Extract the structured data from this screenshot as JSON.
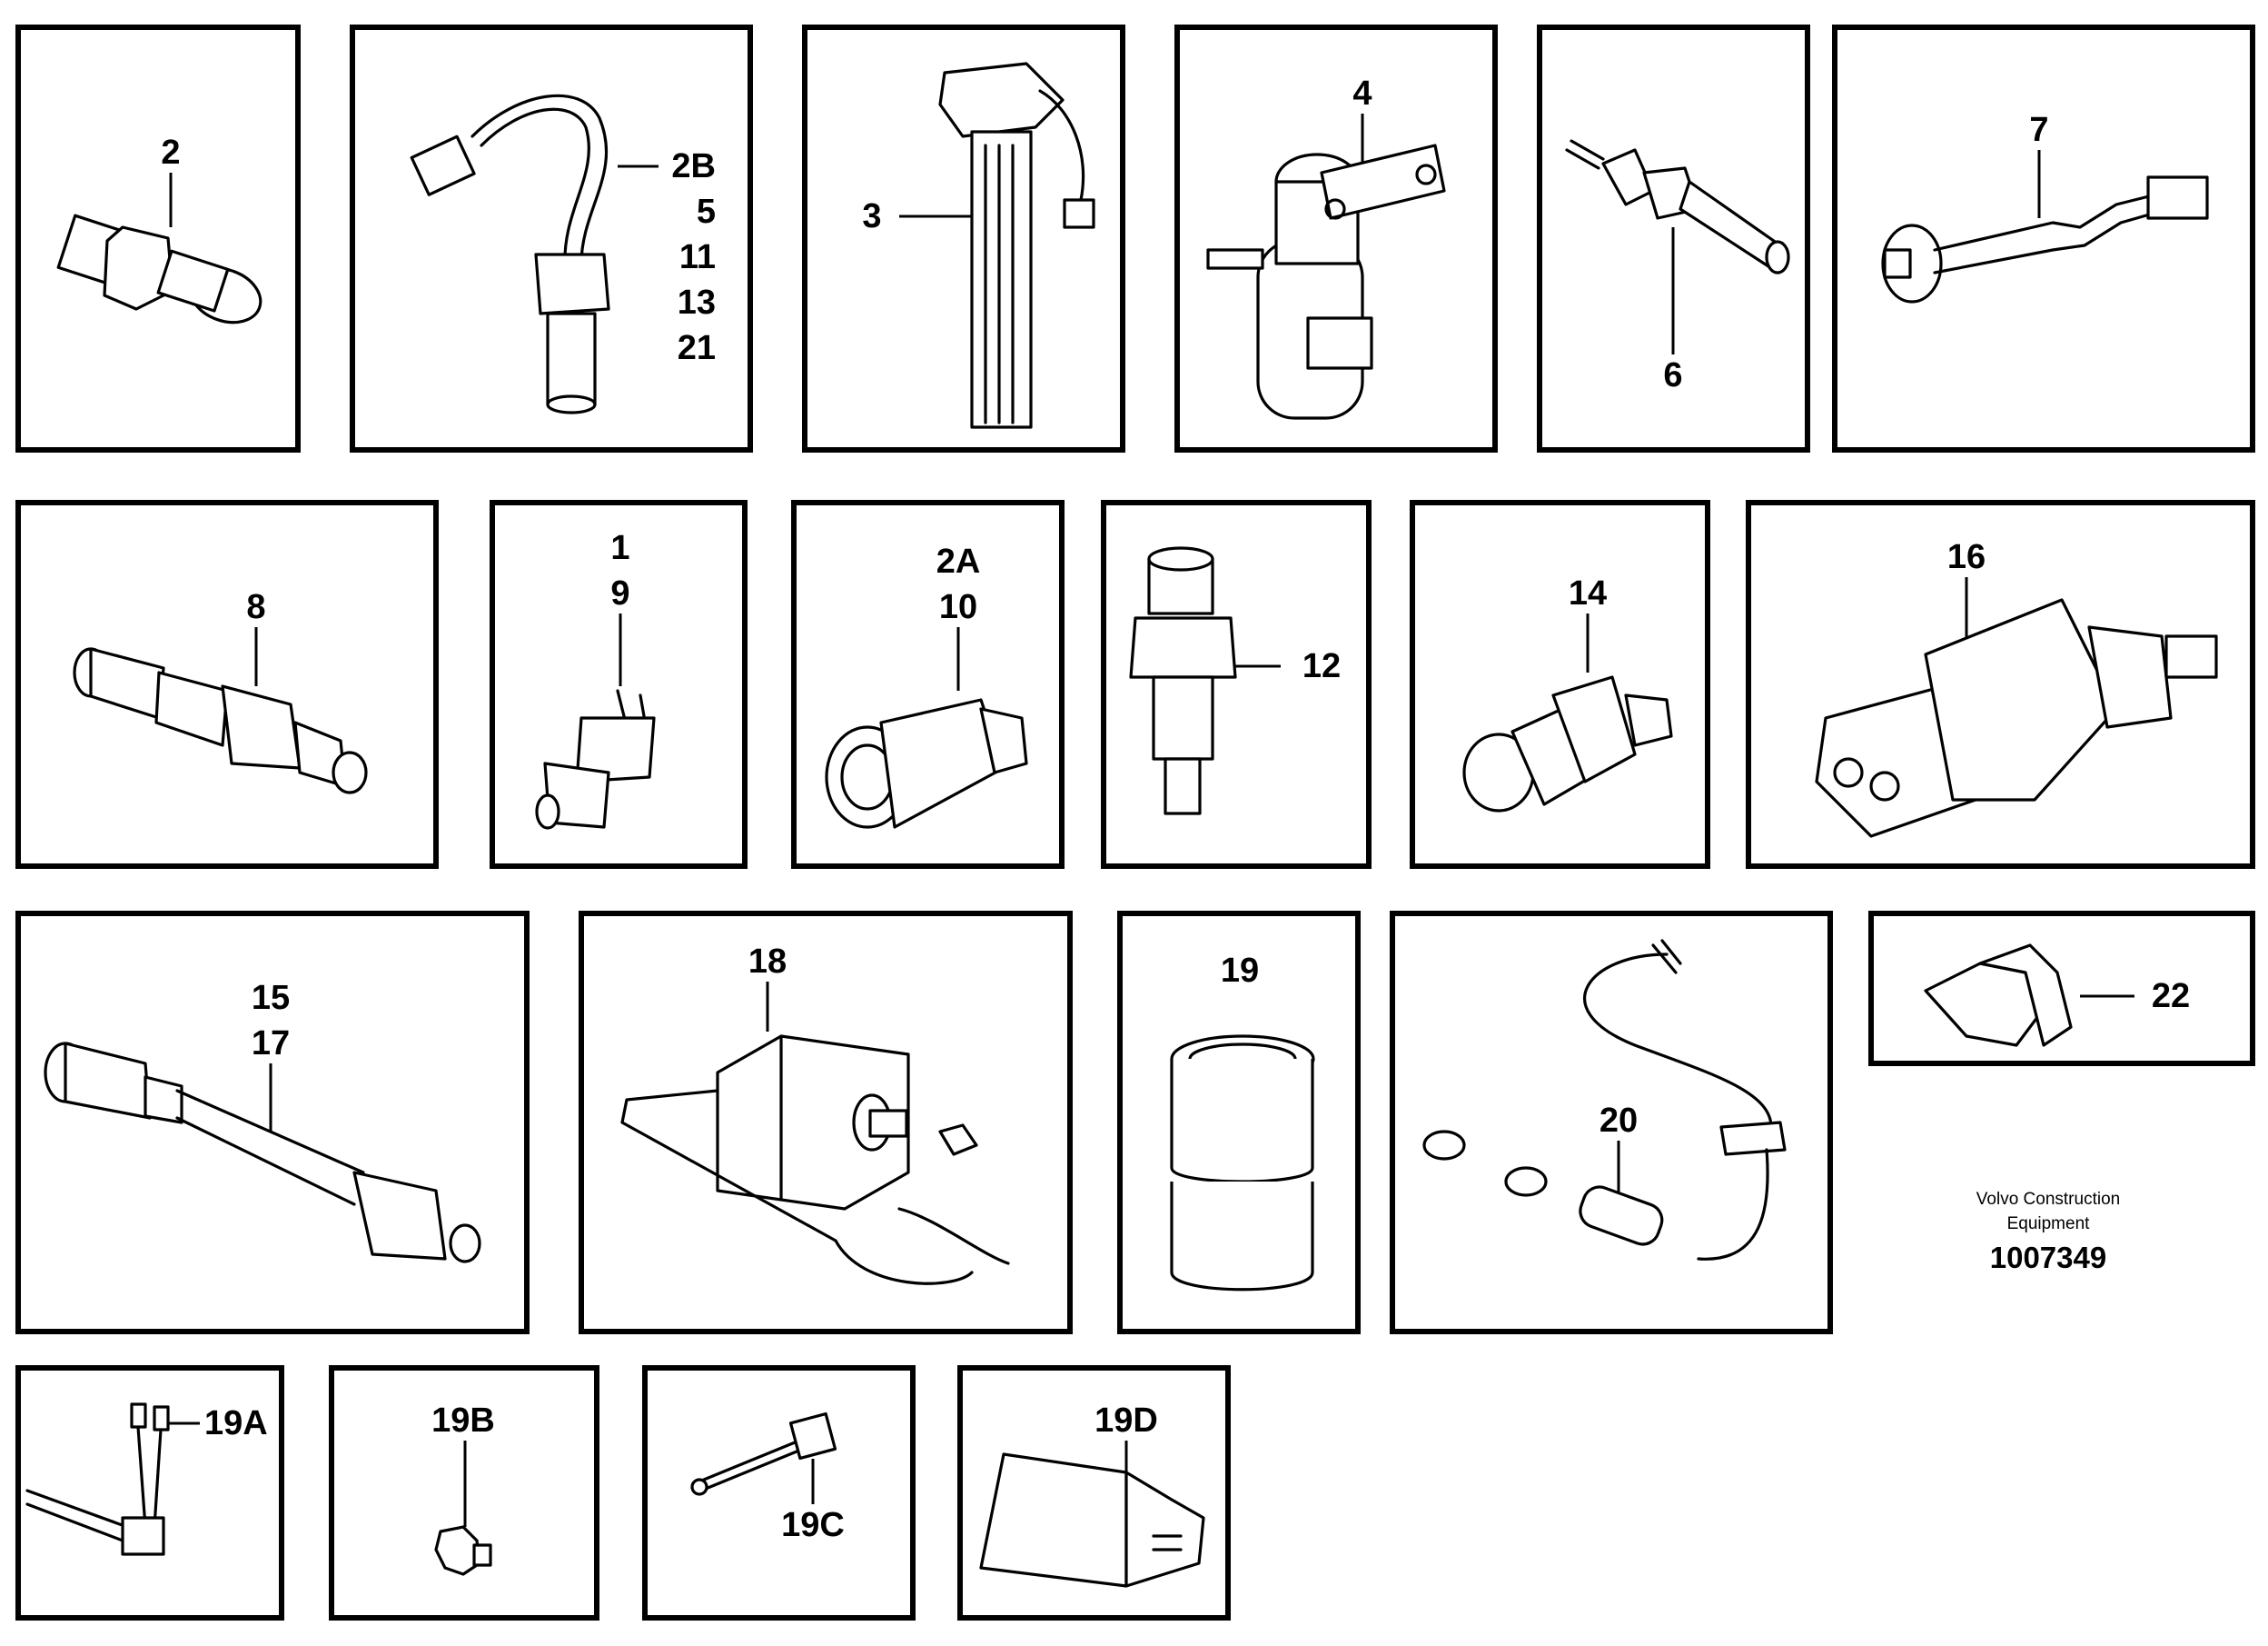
{
  "colors": {
    "line": "#000000",
    "background": "#ffffff"
  },
  "panels": [
    {
      "id": "p-2",
      "labels": [
        "2"
      ]
    },
    {
      "id": "p-2b",
      "labels": [
        "2B",
        "5",
        "11",
        "13",
        "21"
      ]
    },
    {
      "id": "p-3",
      "labels": [
        "3"
      ]
    },
    {
      "id": "p-4",
      "labels": [
        "4"
      ]
    },
    {
      "id": "p-6",
      "labels": [
        "6"
      ]
    },
    {
      "id": "p-7",
      "labels": [
        "7"
      ]
    },
    {
      "id": "p-8",
      "labels": [
        "8"
      ]
    },
    {
      "id": "p-1",
      "labels": [
        "1",
        "9"
      ]
    },
    {
      "id": "p-2a",
      "labels": [
        "2A",
        "10"
      ]
    },
    {
      "id": "p-12",
      "labels": [
        "12"
      ]
    },
    {
      "id": "p-14",
      "labels": [
        "14"
      ]
    },
    {
      "id": "p-16",
      "labels": [
        "16"
      ]
    },
    {
      "id": "p-15",
      "labels": [
        "15",
        "17"
      ]
    },
    {
      "id": "p-18",
      "labels": [
        "18"
      ]
    },
    {
      "id": "p-19",
      "labels": [
        "19"
      ]
    },
    {
      "id": "p-20",
      "labels": [
        "20"
      ]
    },
    {
      "id": "p-22",
      "labels": [
        "22"
      ]
    },
    {
      "id": "p-19a",
      "labels": [
        "19A"
      ]
    },
    {
      "id": "p-19b",
      "labels": [
        "19B"
      ]
    },
    {
      "id": "p-19c",
      "labels": [
        "19C"
      ]
    },
    {
      "id": "p-19d",
      "labels": [
        "19D"
      ]
    }
  ],
  "footer": {
    "publisher_line1": "Volvo Construction",
    "publisher_line2": "Equipment",
    "figure_number": "1007349"
  }
}
